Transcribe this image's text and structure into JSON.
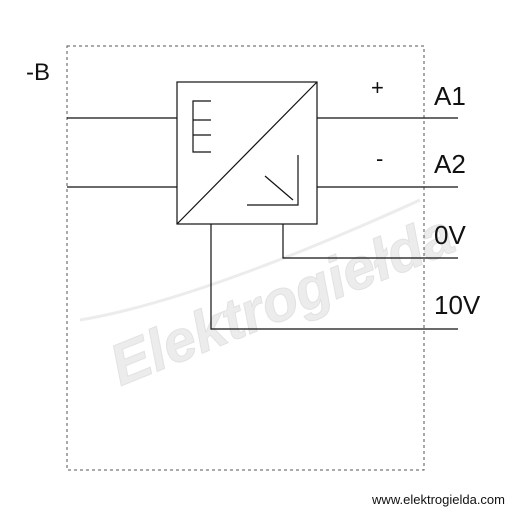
{
  "component_designation": "-B",
  "terminals": [
    {
      "id": "A1",
      "label": "A1",
      "polarity": "+"
    },
    {
      "id": "A2",
      "label": "A2",
      "polarity": "-"
    },
    {
      "id": "0V",
      "label": "0V"
    },
    {
      "id": "10V",
      "label": "10V"
    }
  ],
  "watermark": "Elektrogiełda",
  "website": "www.elektrogielda.com",
  "colors": {
    "line": "#111111",
    "dashed_border": "#555555",
    "watermark": "#eeeeee",
    "background": "#ffffff"
  }
}
